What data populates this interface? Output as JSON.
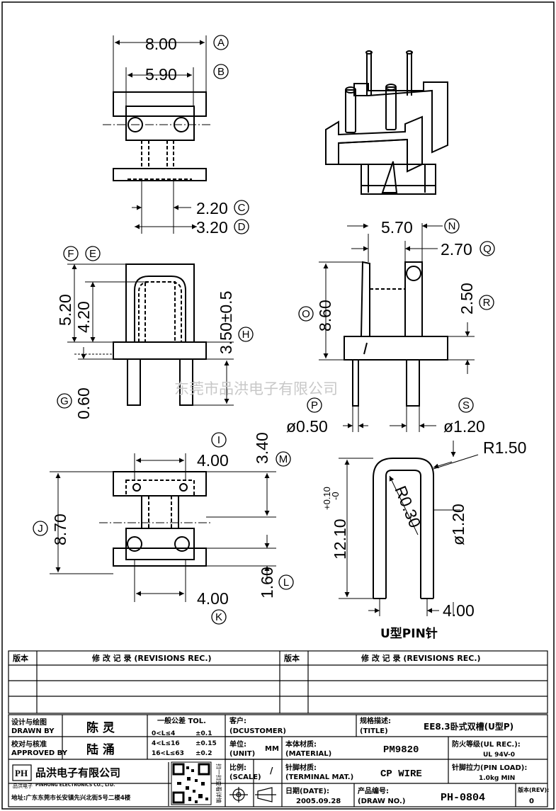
{
  "dims": {
    "A": "8.00",
    "B": "5.90",
    "C": "2.20",
    "D": "3.20",
    "N": "5.70",
    "Q": "2.70",
    "O": "8.60",
    "R": "2.50",
    "F": "5.20",
    "E": "4.20",
    "H": "3.50±0.5",
    "G": "0.60",
    "P": "ø0.50",
    "S": "ø1.20",
    "I": "4.00",
    "M": "3.40",
    "J": "8.70",
    "L": "1.60",
    "K": "4.00",
    "r_outer": "R1.50",
    "r_inner": "R0.30",
    "pin_dia": "ø1.20",
    "pin_len": "12.10",
    "pin_tol_plus": "+0.10",
    "pin_tol_minus": "-0",
    "pin_span": "4.00"
  },
  "letters": {
    "A": "A",
    "B": "B",
    "C": "C",
    "D": "D",
    "E": "E",
    "F": "F",
    "G": "G",
    "H": "H",
    "I": "I",
    "J": "J",
    "K": "K",
    "L": "L",
    "M": "M",
    "N": "N",
    "O": "O",
    "P": "P",
    "Q": "Q",
    "R": "R",
    "S": "S"
  },
  "pin_caption": "U型PIN针",
  "watermark": "东莞市品洪电子有限公司",
  "revision_table": {
    "col_version": "版本",
    "col_rec": "修 改 记 录 (REVISIONS REC.)"
  },
  "title_block": {
    "drawn_label_cn": "设计与绘图",
    "drawn_label_en": "DRAWN BY",
    "drawn_name": "陈 灵",
    "approved_label_cn": "校对与核准",
    "approved_label_en": "APPROVED BY",
    "approved_name": "陆 涌",
    "tol_title": "一般公差 TOL.",
    "tol_rows": [
      {
        "range": "0<L≤4",
        "value": "±0.1"
      },
      {
        "range": "4<L≤16",
        "value": "±0.15"
      },
      {
        "range": "16<L≤63",
        "value": "±0.2"
      }
    ],
    "customer_cn": "客户:",
    "customer_en": "(DCUSTOMER)",
    "unit_cn": "单位:",
    "unit_en": "(UNIT)",
    "unit_value": "MM",
    "scale_cn": "比例:",
    "scale_en": "(SCALE)",
    "scale_value": "/",
    "title_cn": "规格描述:",
    "title_en": "(TITLE)",
    "title_value": "EE8.3卧式双槽(U型P)",
    "material_cn": "本体材质:",
    "material_en": "(MATERIAL)",
    "material_value": "PM9820",
    "terminal_cn": "针脚材质:",
    "terminal_en": "(TERMINAL MAT.)",
    "terminal_value": "CP WIRE",
    "date_cn": "日期(DATE):",
    "date_value": "2005.09.28",
    "drawno_cn": "产品编号:",
    "drawno_en": "(DRAW NO.)",
    "drawno_value": "PH-0804",
    "ul_cn": "防火等级(UL REC.):",
    "ul_value": "UL 94V-0",
    "pinload_cn": "针脚拉力(PIN LOAD):",
    "pinload_value": "1.0kg MIN",
    "rev_cn": "版本(REV):",
    "rev_value": "0",
    "company_logo": "PH",
    "company_logo_sub": "品洪电子",
    "company_cn": "品洪电子有限公司",
    "company_en": "PINHONG ELECTRONICS CO., LTD.",
    "address": "地址:广东东莞市长安镇先兴北街5号二楼4楼",
    "qr_side": "扫一扫查看详情"
  }
}
